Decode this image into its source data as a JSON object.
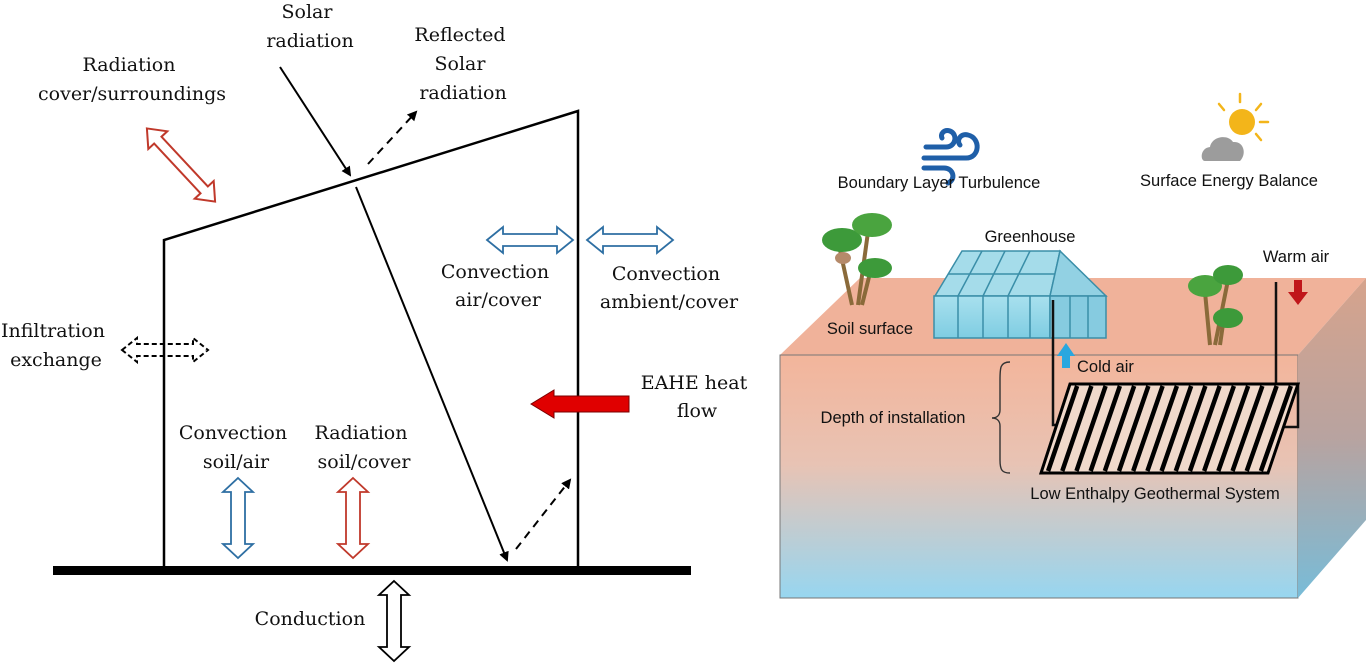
{
  "left_diagram": {
    "title": "Greenhouse energy balance",
    "labels": {
      "solar_radiation": [
        "Solar",
        "radiation"
      ],
      "reflected_solar": [
        "Reflected",
        "Solar",
        "radiation"
      ],
      "radiation_cover_surroundings": [
        "Radiation",
        "cover/surroundings"
      ],
      "convection_air_cover": [
        "Convection",
        "air/cover"
      ],
      "convection_ambient_cover": [
        "Convection",
        "ambient/cover"
      ],
      "infiltration_exchange": [
        "Infiltration",
        "exchange"
      ],
      "eahe_heat_flow": [
        "EAHE heat",
        "flow"
      ],
      "convection_soil_air": [
        "Convection",
        "soil/air"
      ],
      "radiation_soil_cover": [
        "Radiation",
        "soil/cover"
      ],
      "conduction": "Conduction"
    },
    "colors": {
      "line": "#000000",
      "radiation_arrow": "#c0392b",
      "convection_arrow": "#2e6fa3",
      "eahe_arrow": "#e00000"
    }
  },
  "right_diagram": {
    "title": "Low enthalpy geothermal greenhouse",
    "labels": {
      "boundary_layer": "Boundary Layer Turbulence",
      "surface_energy": "Surface Energy Balance",
      "greenhouse": "Greenhouse",
      "warm_air": "Warm air",
      "soil_surface": "Soil surface",
      "cold_air": "Cold air",
      "depth": "Depth of installation",
      "system": "Low Enthalpy Geothermal System"
    },
    "icons": [
      "wind-icon",
      "sun-cloud-icon",
      "palm-tree-icon"
    ],
    "colors": {
      "soil_top": "#f2b49a",
      "soil_bottom": "#9fd8ef",
      "greenhouse": "#8ed3e6",
      "warm_arrow": "#c0161a",
      "cold_arrow": "#2aa7df",
      "wind": "#1f5fa8",
      "sun": "#f3b51a",
      "cloud": "#9c9c9c"
    }
  }
}
